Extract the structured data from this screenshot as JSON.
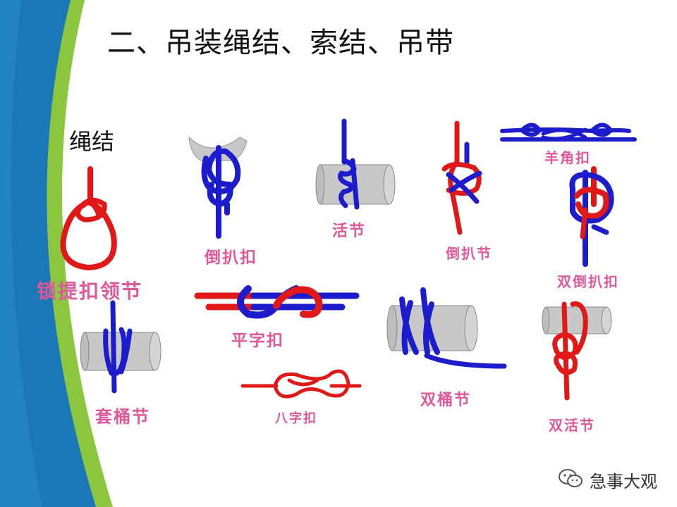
{
  "slide": {
    "title": "二、吊装绳结、索结、吊带",
    "subtitle": "绳结",
    "colors": {
      "rope_red": "#e01818",
      "rope_blue": "#1c1ccc",
      "label_pink": "#e0579a",
      "bar_blue": "#1a78b8",
      "bar_green": "#8cc63f",
      "pipe_gray": "#c8c8c8"
    },
    "labels": {
      "daobakou_1": "倒扒扣",
      "huojie": "活节",
      "daobajie": "倒扒节",
      "yangjiaokou": "羊角扣",
      "shuangdaobakou": "双倒扒扣",
      "suotikoulingjie": "锁提扣领节",
      "pingzikou": "平字扣",
      "taotongjie": "套桶节",
      "bazikou": "八字扣",
      "shuangtongjie": "双桶节",
      "shuanghuojie": "双活节"
    },
    "watermark": {
      "icon": "wechat-icon",
      "text": "急事大观"
    }
  }
}
